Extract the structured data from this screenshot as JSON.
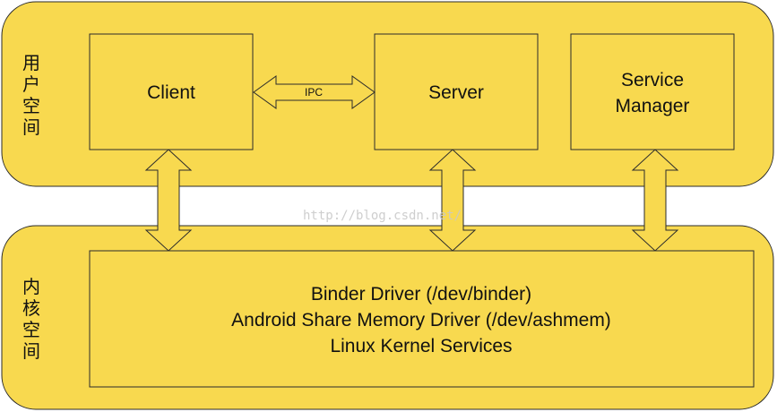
{
  "regions": {
    "user_space": {
      "label": [
        "用",
        "户",
        "空",
        "间"
      ]
    },
    "kernel_space": {
      "label": [
        "内",
        "核",
        "空",
        "间"
      ]
    }
  },
  "boxes": {
    "client": {
      "label": "Client"
    },
    "server": {
      "label": "Server"
    },
    "service_manager": {
      "label_line1": "Service",
      "label_line2": "Manager"
    },
    "kernel": {
      "line1": "Binder Driver (/dev/binder)",
      "line2": "Android Share Memory Driver (/dev/ashmem)",
      "line3": "Linux Kernel Services"
    }
  },
  "arrows": {
    "ipc": {
      "label": "IPC"
    }
  },
  "watermark": "http://blog.csdn.net/",
  "colors": {
    "fill": "#f8d94f",
    "stroke": "#2b2b2b"
  }
}
